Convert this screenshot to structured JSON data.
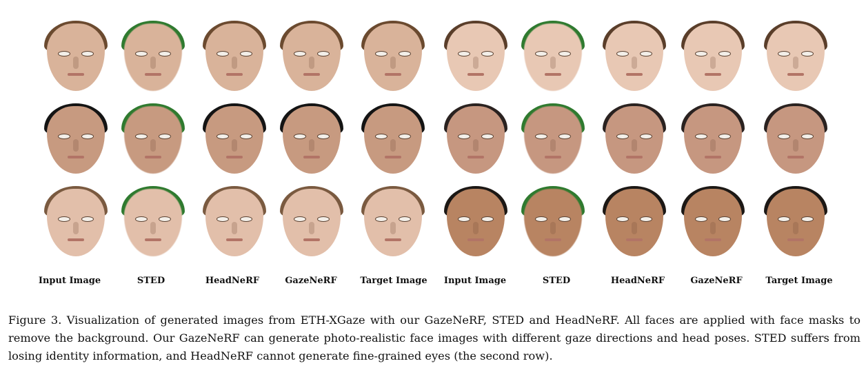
{
  "figure": {
    "columns": [
      "Input Image",
      "STED",
      "HeadNeRF",
      "GazeNeRF",
      "Target Image",
      "Input Image",
      "STED",
      "HeadNeRF",
      "GazeNeRF",
      "Target Image"
    ],
    "caption": "Figure 3. Visualization of generated images from ETH-XGaze with our GazeNeRF, STED and HeadNeRF. All faces are applied with face masks to remove the background. Our GazeNeRF can generate photo-realistic face images with different gaze directions and head poses. STED suffers from losing identity information, and HeadNeRF cannot generate fine-grained eyes (the second row).",
    "rows": [
      {
        "left": {
          "skin": "#d9b39a",
          "hair": "#6b4a2f"
        },
        "right": {
          "skin": "#e8c8b4",
          "hair": "#5a3e2a"
        }
      },
      {
        "left": {
          "skin": "#c79a80",
          "hair": "#141414"
        },
        "right": {
          "skin": "#c69780",
          "hair": "#2a2220"
        }
      },
      {
        "left": {
          "skin": "#e2bfaa",
          "hair": "#7a5a40"
        },
        "right": {
          "skin": "#b88462",
          "hair": "#1c1815"
        }
      }
    ],
    "colors": {
      "sted_mask_artifact": "#2f7a2f"
    }
  }
}
